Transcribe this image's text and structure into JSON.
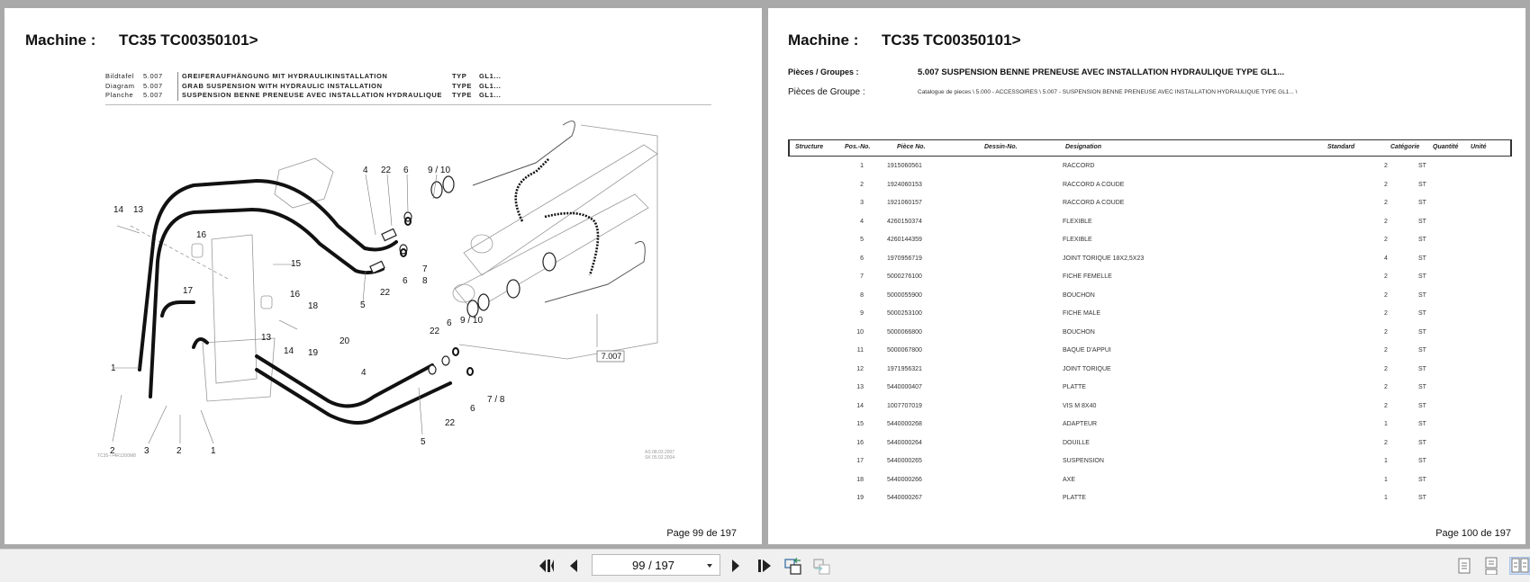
{
  "left_page": {
    "machine_label": "Machine :",
    "machine_value": "TC35 TC00350101>",
    "plate_rows": [
      {
        "label": "Bildtafel",
        "num": "5.007",
        "title": "GREIFERAUFHÄNGUNG MIT HYDRAULIKINSTALLATION",
        "type_label": "TYP",
        "type_value": "GL1..."
      },
      {
        "label": "Diagram",
        "num": "5.007",
        "title": "GRAB SUSPENSION WITH HYDRAULIC INSTALLATION",
        "type_label": "TYPE",
        "type_value": "GL1..."
      },
      {
        "label": "Planche",
        "num": "5.007",
        "title": "SUSPENSION BENNE PRENEUSE AVEC INSTALLATION HYDRAULIQUE",
        "type_label": "TYPE",
        "type_value": "GL1..."
      }
    ],
    "drawing": {
      "callouts": [
        "4",
        "22",
        "6",
        "9/10",
        "14",
        "13",
        "16",
        "15",
        "17",
        "16",
        "18",
        "5",
        "22",
        "6",
        "7",
        "8",
        "13",
        "14",
        "19",
        "20",
        "1",
        "4",
        "22",
        "6",
        "9/10",
        "5",
        "22",
        "6",
        "7/8",
        "2",
        "3",
        "2",
        "1"
      ],
      "ref_box": "7.007",
      "drawing_code": "TC35-->4R1200M8",
      "note_line1": "AS 08.03.2007",
      "note_line2": "SK 05.02.2004"
    },
    "page_number": "Page 99 de 197"
  },
  "right_page": {
    "machine_label": "Machine :",
    "machine_value": "TC35 TC00350101>",
    "groups_label": "Pièces / Groupes :",
    "groups_value": "5.007 SUSPENSION BENNE PRENEUSE AVEC INSTALLATION HYDRAULIQUE  TYPE  GL1...",
    "group_parts_label": "Pièces de Groupe :",
    "group_parts_value": "Catalogue de pieces \\ 5.000 - ACCESSOIRES \\ 5.007 - SUSPENSION BENNE PRENEUSE AVEC INSTALLATION HYDRAULIQUE  TYPE  GL1... \\",
    "table": {
      "headers": {
        "structure": "Structure",
        "pos": "Pos.-No.",
        "piece": "Pièce No.",
        "dessin": "Dessin-No.",
        "designation": "Designation",
        "standard": "Standard",
        "categorie": "Catégorie",
        "quantite": "Quantité",
        "unite": "Unité"
      },
      "rows": [
        {
          "pos": "1",
          "piece": "1915060561",
          "designation": "RACCORD",
          "qty": "2",
          "unit": "ST"
        },
        {
          "pos": "2",
          "piece": "1924060153",
          "designation": "RACCORD A COUDE",
          "qty": "2",
          "unit": "ST"
        },
        {
          "pos": "3",
          "piece": "1921060157",
          "designation": "RACCORD A COUDE",
          "qty": "2",
          "unit": "ST"
        },
        {
          "pos": "4",
          "piece": "4260150374",
          "designation": "FLEXIBLE",
          "qty": "2",
          "unit": "ST"
        },
        {
          "pos": "5",
          "piece": "4260144359",
          "designation": "FLEXIBLE",
          "qty": "2",
          "unit": "ST"
        },
        {
          "pos": "6",
          "piece": "1970956719",
          "designation": "JOINT TORIQUE 18X2,5X23",
          "qty": "4",
          "unit": "ST"
        },
        {
          "pos": "7",
          "piece": "5000276100",
          "designation": "FICHE FEMELLE",
          "qty": "2",
          "unit": "ST"
        },
        {
          "pos": "8",
          "piece": "5000055900",
          "designation": "BOUCHON",
          "qty": "2",
          "unit": "ST"
        },
        {
          "pos": "9",
          "piece": "5000253100",
          "designation": "FICHE MALE",
          "qty": "2",
          "unit": "ST"
        },
        {
          "pos": "10",
          "piece": "5000066800",
          "designation": "BOUCHON",
          "qty": "2",
          "unit": "ST"
        },
        {
          "pos": "11",
          "piece": "5000067800",
          "designation": "BAQUE D'APPUI",
          "qty": "2",
          "unit": "ST"
        },
        {
          "pos": "12",
          "piece": "1971956321",
          "designation": "JOINT TORIQUE",
          "qty": "2",
          "unit": "ST"
        },
        {
          "pos": "13",
          "piece": "5440000407",
          "designation": "PLATTE",
          "qty": "2",
          "unit": "ST"
        },
        {
          "pos": "14",
          "piece": "1007707019",
          "designation": "VIS M 8X40",
          "qty": "2",
          "unit": "ST"
        },
        {
          "pos": "15",
          "piece": "5440000268",
          "designation": "ADAPTEUR",
          "qty": "1",
          "unit": "ST"
        },
        {
          "pos": "16",
          "piece": "5440000264",
          "designation": "DOUILLE",
          "qty": "2",
          "unit": "ST"
        },
        {
          "pos": "17",
          "piece": "5440000265",
          "designation": "SUSPENSION",
          "qty": "1",
          "unit": "ST"
        },
        {
          "pos": "18",
          "piece": "5440000266",
          "designation": "AXE",
          "qty": "1",
          "unit": "ST"
        },
        {
          "pos": "19",
          "piece": "5440000267",
          "designation": "PLATTE",
          "qty": "1",
          "unit": "ST"
        }
      ]
    },
    "page_number": "Page 100 de 197"
  },
  "toolbar": {
    "page_indicator": "99 / 197",
    "icons": {
      "first": "first-page-icon",
      "prev": "previous-page-icon",
      "next": "next-page-icon",
      "last": "last-page-icon",
      "back_view": "previous-view-icon",
      "forward_view": "next-view-icon",
      "single": "single-page-view-icon",
      "continuous": "continuous-view-icon",
      "facing": "facing-pages-view-icon"
    },
    "colors": {
      "accent": "#cfe0f5",
      "background": "#f0f0f0",
      "canvas": "#a9a9a9"
    }
  }
}
